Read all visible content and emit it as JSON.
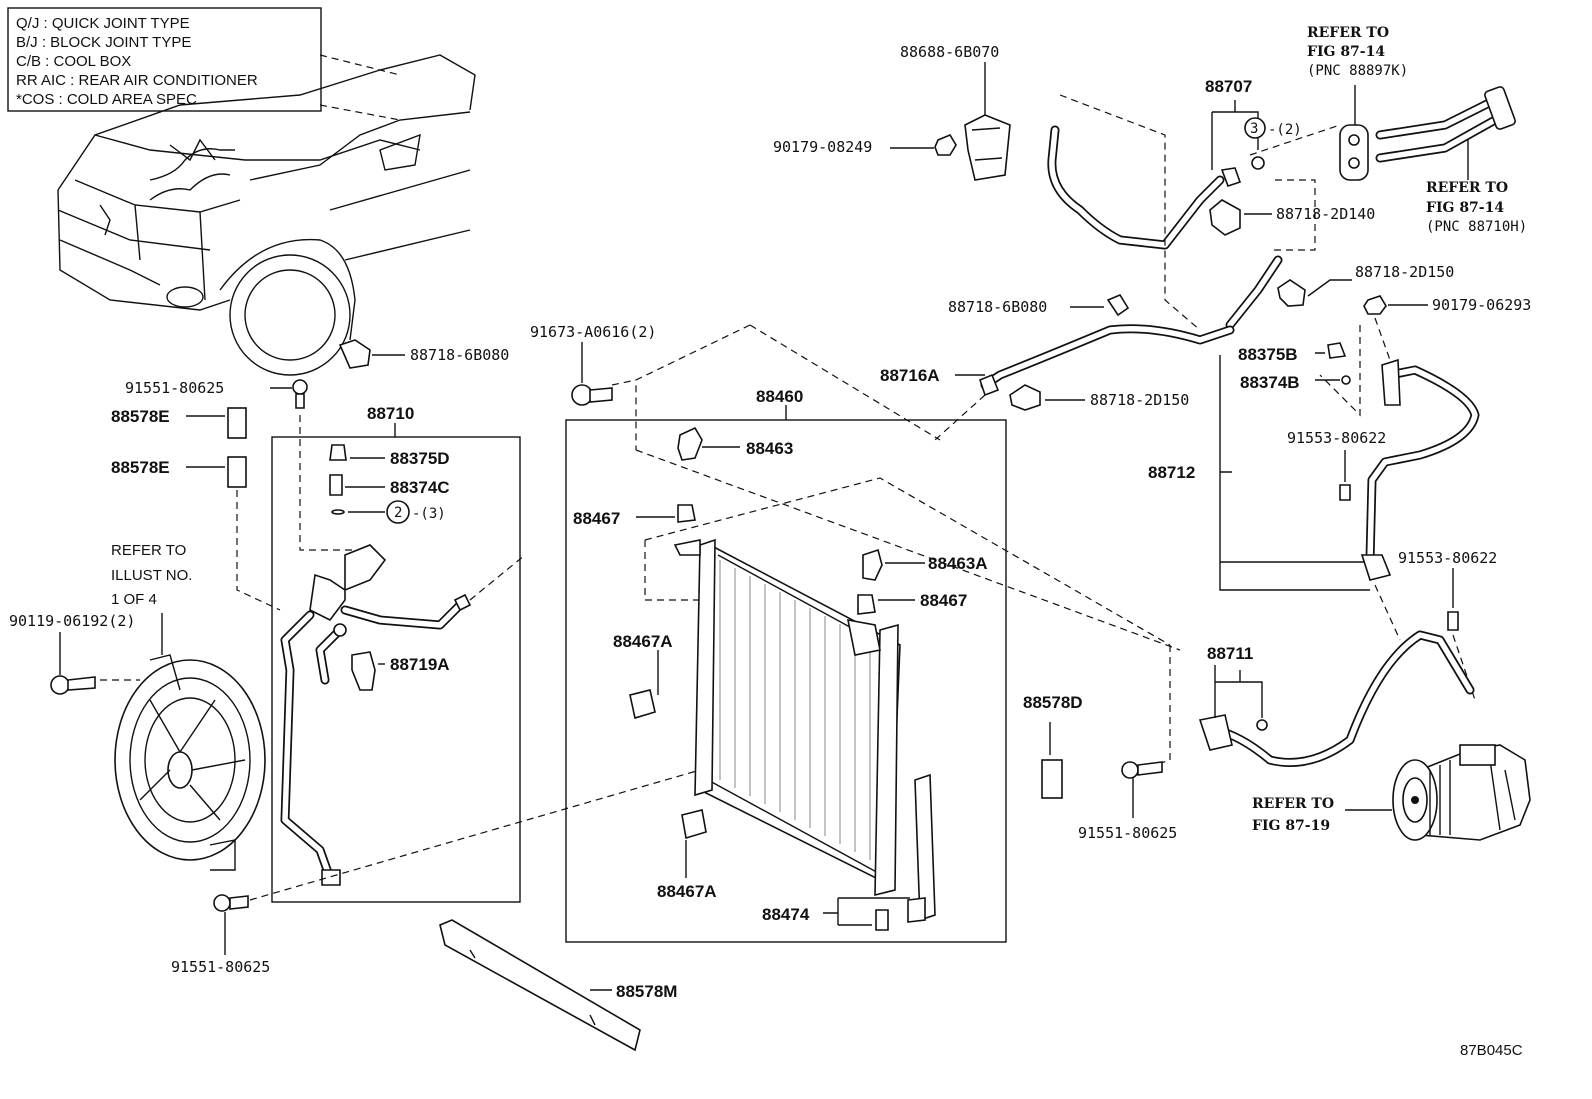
{
  "legend": [
    "Q/J  :  QUICK JOINT TYPE",
    "B/J  :  BLOCK JOINT TYPE",
    "C/B  :  COOL BOX",
    "RR AIC  :  REAR AIR CONDITIONER",
    "*COS  :  COLD AREA SPEC"
  ],
  "refs": {
    "r1": [
      "REFER TO",
      "FIG 87-14",
      "(PNC 88897K)"
    ],
    "r2": [
      "REFER TO",
      "FIG 87-14",
      "(PNC 88710H)"
    ],
    "r3": [
      "REFER TO",
      "ILLUST NO.",
      "1 OF 4"
    ],
    "r4": [
      "REFER TO",
      "FIG 87-19"
    ]
  },
  "parts": {
    "p88688": "88688-6B070",
    "p90179a": "90179-08249",
    "p88707": "88707",
    "circle3": "3",
    "circle3qty": "-(2)",
    "p88718_2d140": "88718-2D140",
    "p88718_2d150a": "88718-2D150",
    "p88718_6b080a": "88718-6B080",
    "p90179b": "90179-06293",
    "p88716a": "88716A",
    "p88375b": "88375B",
    "p88374b": "88374B",
    "p88718_2d150b": "88718-2D150",
    "p91553a": "91553-80622",
    "p88712": "88712",
    "p91553b": "91553-80622",
    "p88711": "88711",
    "p88578d": "88578D",
    "p91551c": "91551-80625",
    "p88718_6b080b": "88718-6B080",
    "p91551a": "91551-80625",
    "p88578e1": "88578E",
    "p88578e2": "88578E",
    "p88710": "88710",
    "p88375d": "88375D",
    "p88374c": "88374C",
    "circle2": "2",
    "circle2qty": "-(3)",
    "p88719a": "88719A",
    "p90119": "90119-06192(2)",
    "p91551b": "91551-80625",
    "p91673": "91673-A0616(2)",
    "p88460": "88460",
    "p88463": "88463",
    "p88467a": "88467",
    "p88463a": "88463A",
    "p88467b": "88467",
    "p88467a1": "88467A",
    "p88467a2": "88467A",
    "p88474": "88474",
    "p88578m": "88578M"
  },
  "figure_id": "87B045C"
}
